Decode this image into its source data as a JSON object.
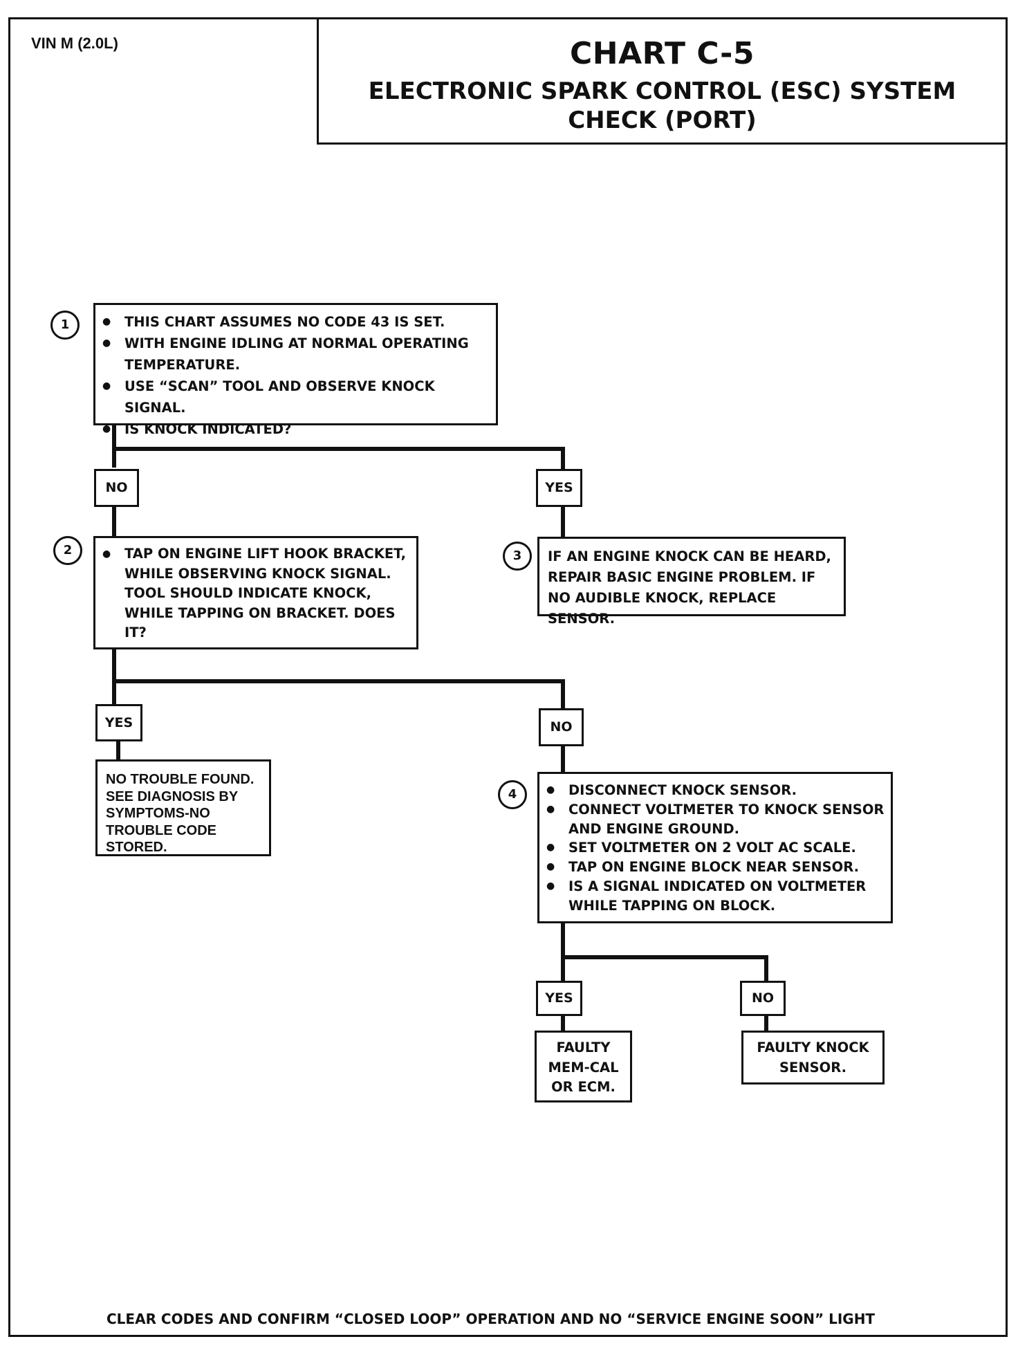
{
  "vin": "VIN M (2.0L)",
  "title": {
    "main": "CHART C-5",
    "sub": "ELECTRONIC SPARK CONTROL (ESC) SYSTEM CHECK (PORT)"
  },
  "steps": {
    "step1": {
      "number": "1",
      "items": [
        "THIS CHART ASSUMES NO CODE 43 IS SET.",
        "WITH ENGINE IDLING AT NORMAL OPERATING TEMPERATURE.",
        "USE “SCAN” TOOL AND OBSERVE KNOCK SIGNAL.",
        "IS KNOCK INDICATED?"
      ]
    },
    "step2": {
      "number": "2",
      "items": [
        "TAP ON ENGINE LIFT HOOK BRACKET, WHILE OBSERVING KNOCK SIGNAL. TOOL SHOULD INDICATE KNOCK, WHILE TAPPING ON BRACKET. DOES IT?"
      ]
    },
    "step3": {
      "number": "3",
      "text": "IF AN ENGINE KNOCK CAN BE HEARD, REPAIR BASIC ENGINE PROBLEM.  IF NO AUDIBLE KNOCK, REPLACE SENSOR."
    },
    "step4": {
      "number": "4",
      "items": [
        "DISCONNECT KNOCK SENSOR.",
        "CONNECT VOLTMETER TO KNOCK SENSOR AND ENGINE GROUND.",
        "SET VOLTMETER ON 2 VOLT AC SCALE.",
        "TAP ON ENGINE BLOCK NEAR SENSOR.",
        "IS A SIGNAL INDICATED ON VOLTMETER WHILE TAPPING ON BLOCK."
      ]
    }
  },
  "branches": {
    "s1_no": "NO",
    "s1_yes": "YES",
    "s2_yes": "YES",
    "s2_no": "NO",
    "s4_yes": "YES",
    "s4_no": "NO"
  },
  "results": {
    "no_trouble": "NO TROUBLE FOUND. SEE DIAGNOSIS BY SYMPTOMS-NO TROUBLE CODE STORED.",
    "faulty_memcal": "FAULTY MEM-CAL OR ECM.",
    "faulty_sensor": "FAULTY KNOCK SENSOR."
  },
  "footer": "CLEAR CODES AND CONFIRM “CLOSED LOOP” OPERATION AND NO  “SERVICE ENGINE SOON”  LIGHT"
}
